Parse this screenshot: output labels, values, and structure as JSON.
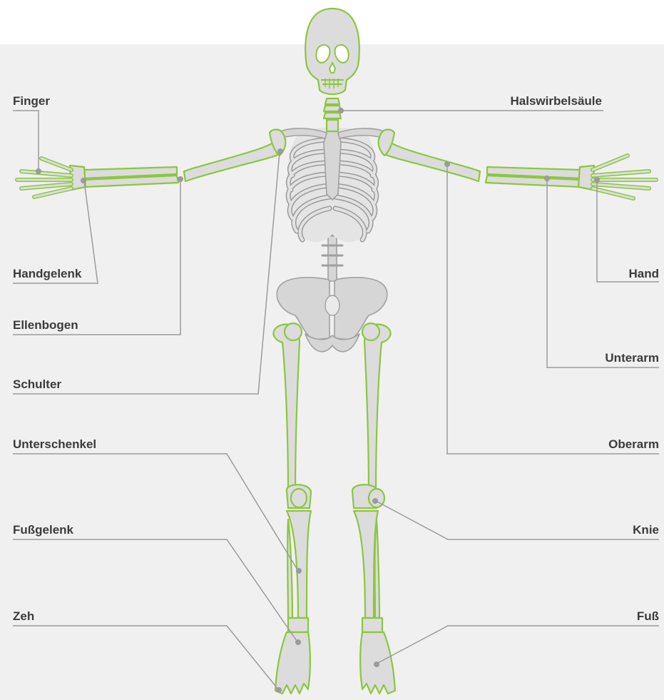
{
  "labels": {
    "finger": "Finger",
    "halswirbelsaeule": "Halswirbelsäule",
    "handgelenk": "Handgelenk",
    "hand": "Hand",
    "ellenbogen": "Ellenbogen",
    "unterarm": "Unterarm",
    "schulter": "Schulter",
    "unterschenkel": "Unterschenkel",
    "oberarm": "Oberarm",
    "fussgelenk": "Fußgelenk",
    "knie": "Knie",
    "zeh": "Zeh",
    "fuss": "Fuß"
  },
  "colors": {
    "bone_outline": "#8cc63f",
    "bone_fill": "#dcdcdc",
    "leader_line": "#9b9b9b",
    "label_text": "#3b3b3b",
    "panel_background": "#f0f0f0"
  }
}
